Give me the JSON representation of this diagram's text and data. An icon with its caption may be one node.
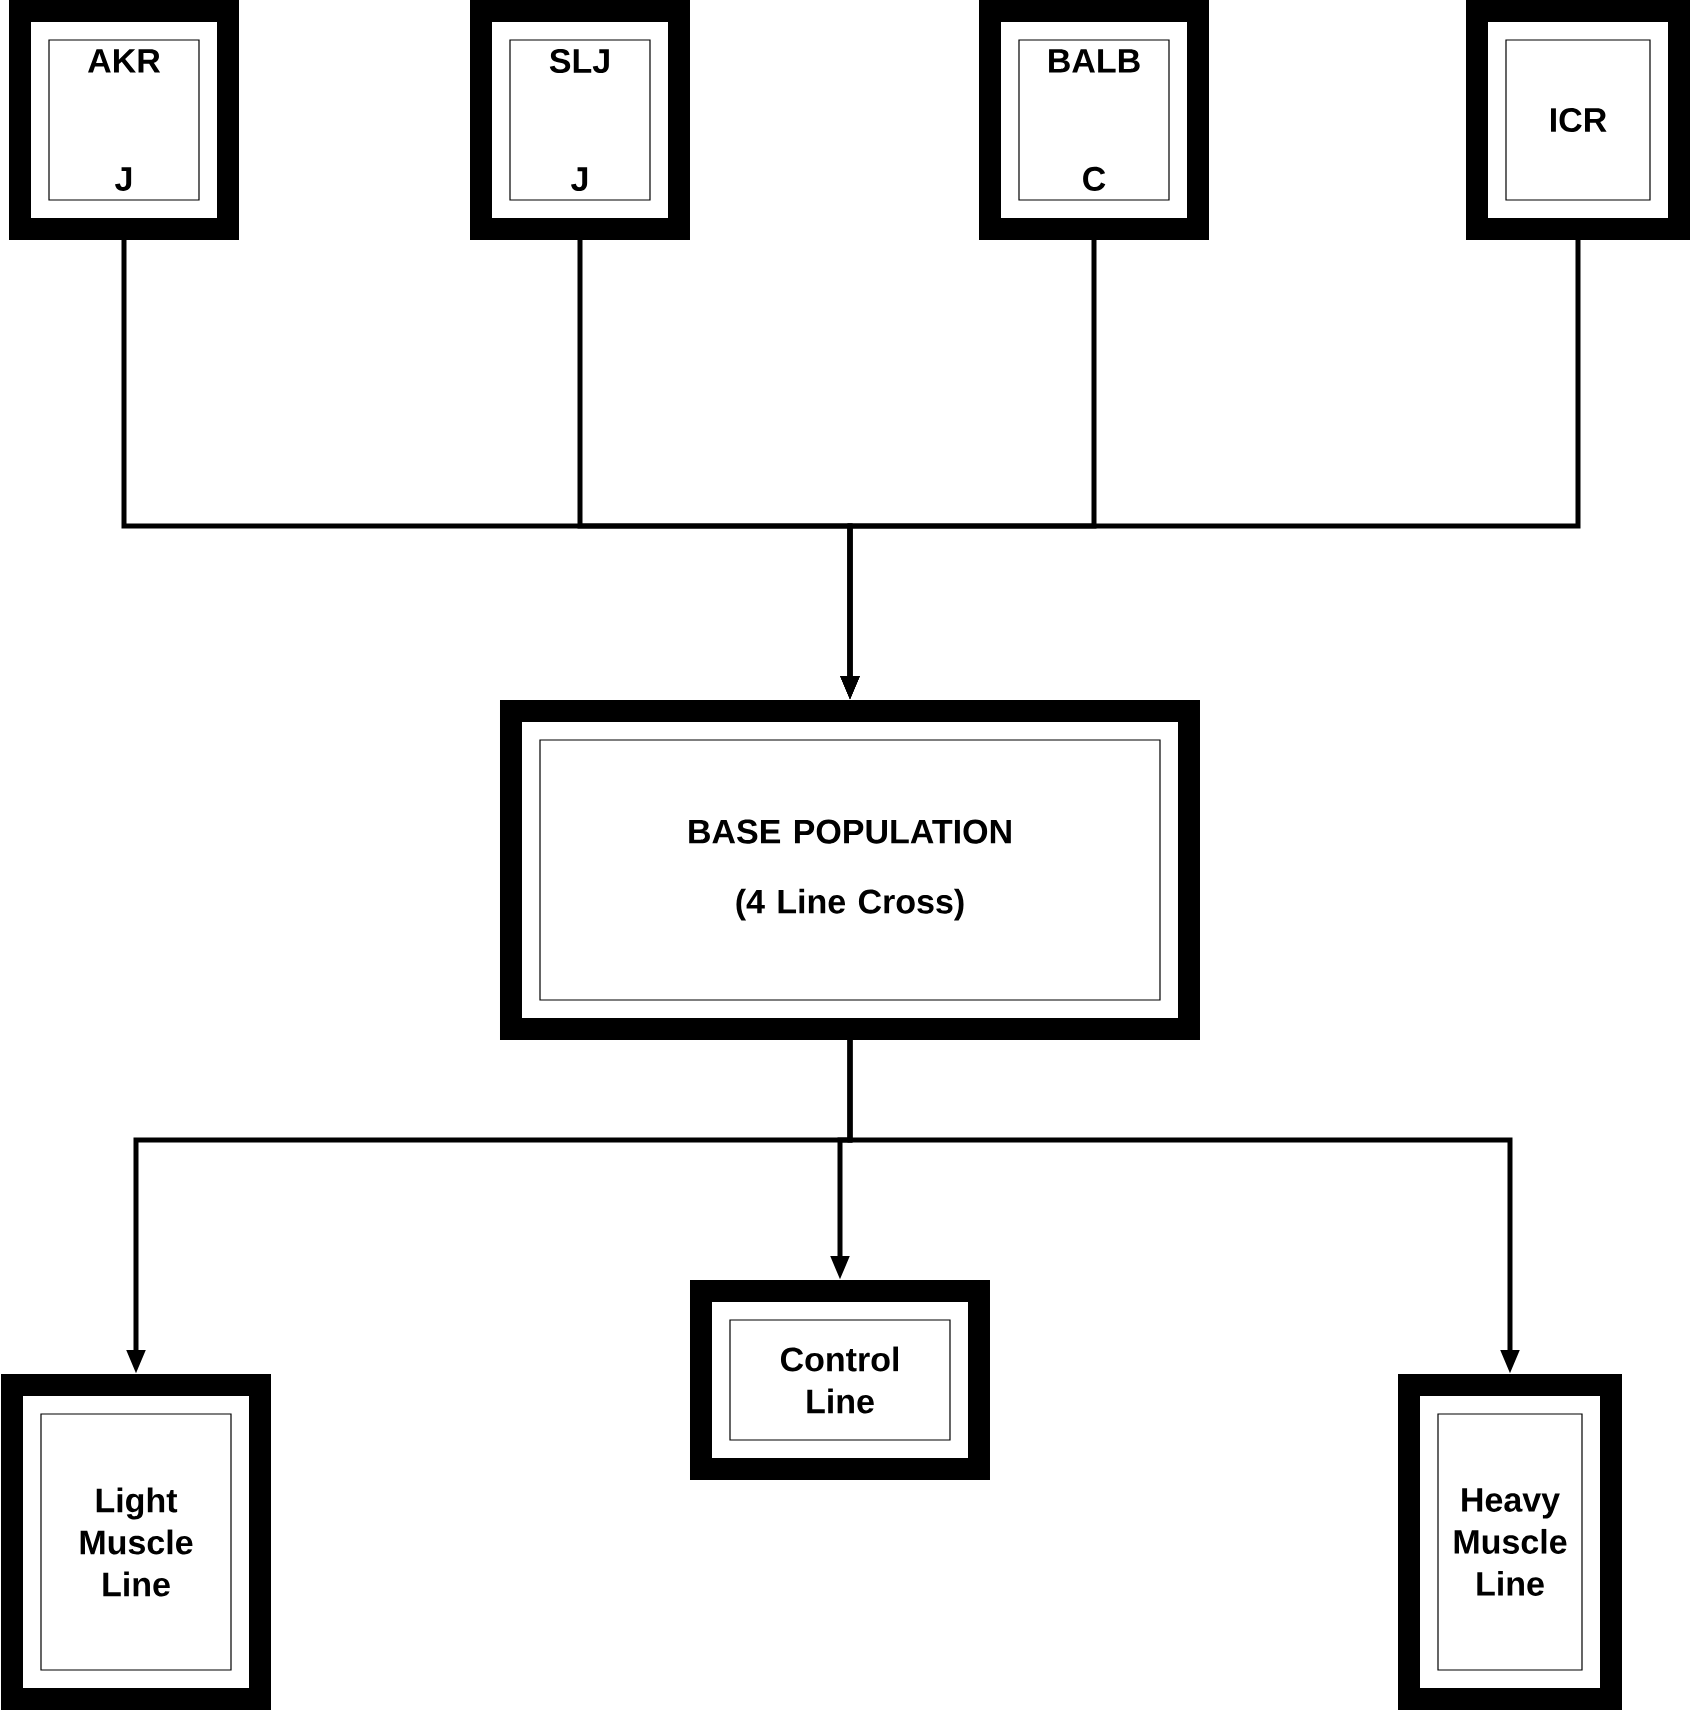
{
  "diagram": {
    "nodes": [
      {
        "text": [
          "AKR",
          "J"
        ]
      },
      {
        "text": [
          "SLJ",
          "J"
        ]
      },
      {
        "text": [
          "BALB",
          "C"
        ]
      },
      {
        "text": [
          "ICR"
        ]
      },
      {
        "text": [
          "BASE POPULATION",
          "(4 Line Cross)"
        ]
      },
      {
        "text": [
          "Light Muscle Line"
        ]
      },
      {
        "text": [
          "Control Line"
        ]
      },
      {
        "text": [
          "Heavy Muscle Line"
        ]
      }
    ],
    "edges": [
      {
        "from": 0,
        "to": 4,
        "arrow": "to"
      },
      {
        "from": 1,
        "to": 4,
        "arrow": "to"
      },
      {
        "from": 2,
        "to": 4,
        "arrow": "to"
      },
      {
        "from": 3,
        "to": 4,
        "arrow": "to"
      },
      {
        "from": 4,
        "to": 5,
        "arrow": "to"
      },
      {
        "from": 4,
        "to": 6,
        "arrow": "to"
      },
      {
        "from": 4,
        "to": 7,
        "arrow": "to"
      }
    ]
  }
}
